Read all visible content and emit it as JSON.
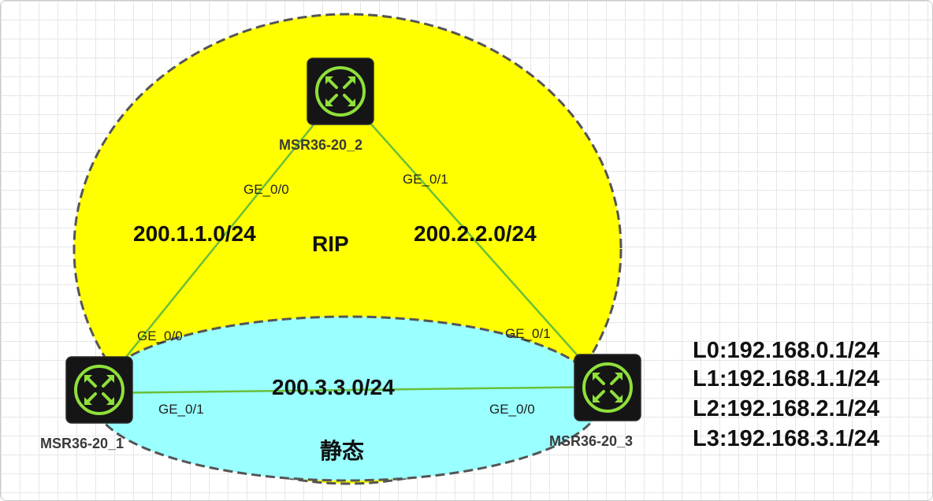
{
  "areas": {
    "rip": {
      "label": "RIP",
      "color": "#ffff00"
    },
    "static": {
      "label": "静态",
      "color": "#99ffff"
    }
  },
  "routers": {
    "r1": {
      "name": "MSR36-20_1",
      "icon": "router-icon"
    },
    "r2": {
      "name": "MSR36-20_2",
      "icon": "router-icon"
    },
    "r3": {
      "name": "MSR36-20_3",
      "icon": "router-icon"
    }
  },
  "links": {
    "r1_r2": {
      "network": "200.1.1.0/24",
      "port_r1": "GE_0/0",
      "port_r2": "GE_0/0"
    },
    "r2_r3": {
      "network": "200.2.2.0/24",
      "port_r2": "GE_0/1",
      "port_r3": "GE_0/1"
    },
    "r1_r3": {
      "network": "200.3.3.0/24",
      "port_r1": "GE_0/1",
      "port_r3": "GE_0/0"
    }
  },
  "loopbacks": [
    "L0:192.168.0.1/24",
    "L1:192.168.1.1/24",
    "L2:192.168.2.1/24",
    "L3:192.168.3.1/24"
  ],
  "colors": {
    "link": "#6abf3a",
    "router_body": "#151515",
    "router_glyph": "#8fe03a",
    "boundary": "#555555"
  }
}
